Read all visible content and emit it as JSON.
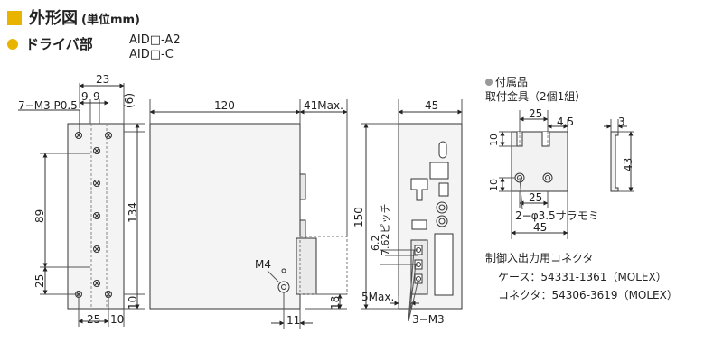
{
  "header": {
    "title": "外形図",
    "unit": "(単位mm)",
    "section": "ドライバ部",
    "models": [
      "AID□-A2",
      "AID□-C"
    ]
  },
  "front_view": {
    "hole_label": "7−M3 P0.5",
    "dims": {
      "width_top": "23",
      "pitch_a": "9",
      "pitch_b": "9",
      "top_margin": "(6)",
      "height_89": "89",
      "height_134": "134",
      "bottom_25": "25",
      "bottom_10": "10",
      "base_25": "25",
      "base_10": "10"
    }
  },
  "side_view": {
    "dims": {
      "depth": "120",
      "protrusion": "41Max.",
      "screw": "M4",
      "connector_h": "18",
      "bottom_11": "11"
    }
  },
  "rear_view": {
    "dims": {
      "width": "45",
      "height": "150",
      "pitch_label": "7.62ピッチ",
      "pitch_v": "6.2",
      "max_5": "5Max.",
      "screws": "3−M3"
    }
  },
  "bracket": {
    "title": "付属品",
    "subtitle": "取付金具（2個1組）",
    "dims": {
      "top_25": "25",
      "top_4_5": "4.5",
      "thickness": "3",
      "left_10a": "10",
      "left_10b": "10",
      "mid_25": "25",
      "holes": "2−φ3.5サラモミ",
      "bottom_45": "45",
      "height_43": "43"
    }
  },
  "connector": {
    "title": "制御入出力用コネクタ",
    "case": "ケース：54331-1361（MOLEX）",
    "connector": "コネクタ：54306-3619（MOLEX）"
  }
}
